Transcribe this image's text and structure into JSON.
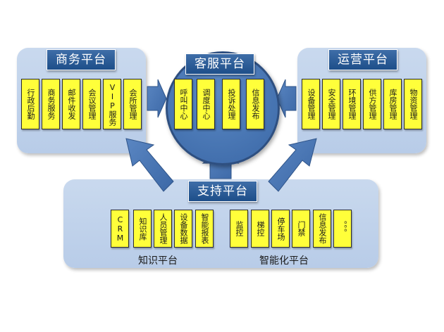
{
  "business": {
    "title": "商务平台",
    "items": [
      "行政后勤",
      "商务服务",
      "邮件收发",
      "会议管理",
      "VIP服务",
      "会所管理"
    ]
  },
  "customer_service": {
    "title": "客服平台",
    "items": [
      "呼叫中心",
      "调度中心",
      "投诉处理",
      "信息发布"
    ]
  },
  "operations": {
    "title": "运营平台",
    "items": [
      "设备管理",
      "安全管理",
      "环境管理",
      "供方管理",
      "库房管理",
      "物资管理"
    ]
  },
  "support": {
    "title": "支持平台",
    "knowledge": {
      "label": "知识平台",
      "items": [
        "CRM",
        "知识库",
        "人员管理",
        "设备数据",
        "智能报表"
      ]
    },
    "smart": {
      "label": "智能化平台",
      "items": [
        "监控",
        "梯控",
        "停车场",
        "门禁",
        "信息发布",
        "。。。"
      ]
    }
  },
  "colors": {
    "panel": "#c9d9ee",
    "title_bg": "#1d4e89",
    "box": "#ffff3a",
    "arrow": "#4a76b3"
  }
}
